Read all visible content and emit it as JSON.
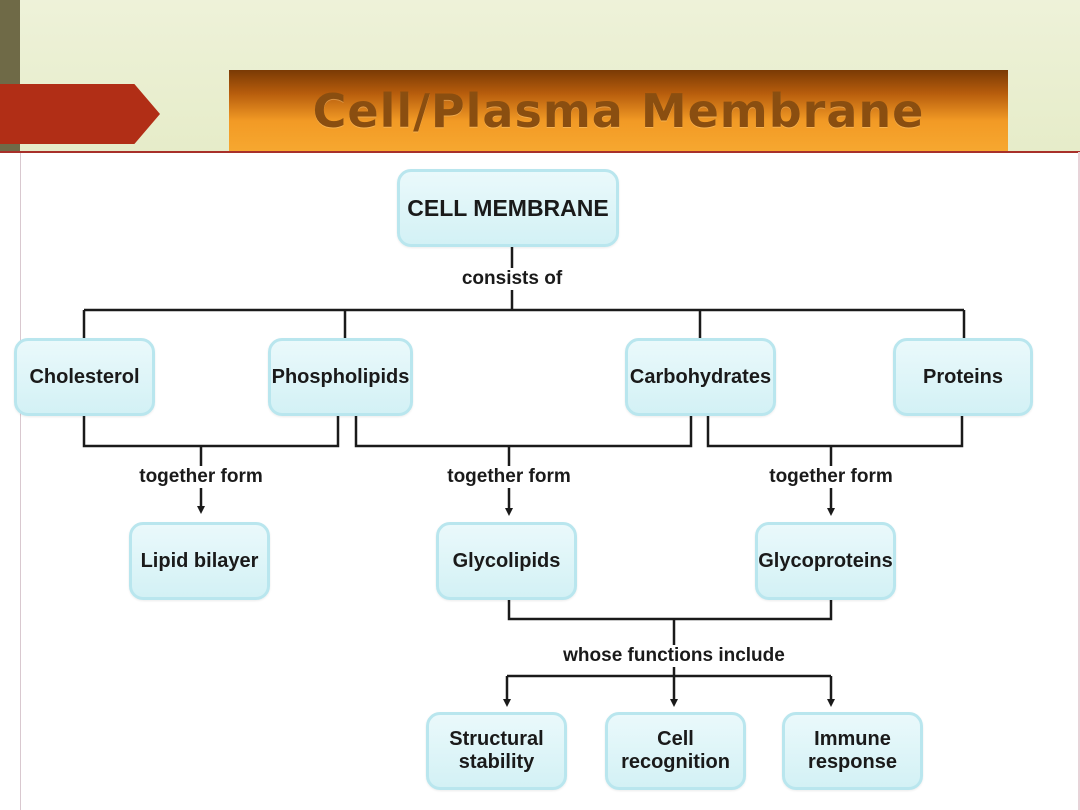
{
  "title": "Cell/Plasma Membrane",
  "diagram": {
    "root": "CELL MEMBRANE",
    "root_edge_label": "consists of",
    "components": [
      "Cholesterol",
      "Phospholipids",
      "Carbohydrates",
      "Proteins"
    ],
    "combine_label": "together form",
    "products": [
      "Lipid bilayer",
      "Glycolipids",
      "Glycoproteins"
    ],
    "functions_label": "whose functions include",
    "functions": [
      "Structural stability",
      "Cell recognition",
      "Immune response"
    ]
  },
  "colors": {
    "title_bar": "#f29a25",
    "title_text": "#8a4e10",
    "arrow_tab": "#b12e16",
    "box_fill": "#d3f1f5",
    "box_border": "#b9e6ee"
  }
}
